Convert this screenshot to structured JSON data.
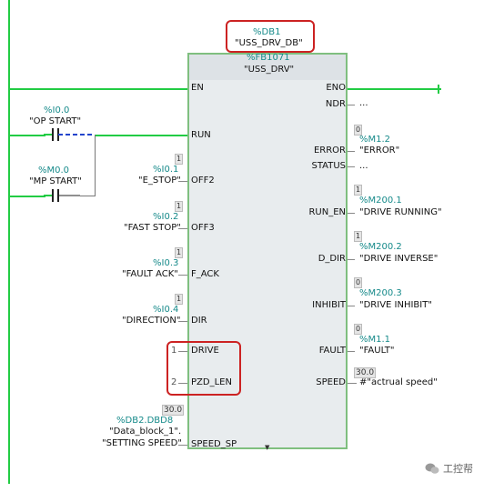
{
  "instance": {
    "address": "%DB1",
    "name": "\"USS_DRV_DB\""
  },
  "function_block": {
    "address": "%FB1071",
    "name": "\"USS_DRV\""
  },
  "inputs": {
    "en": "EN",
    "run": "RUN",
    "off2": "OFF2",
    "off3": "OFF3",
    "f_ack": "F_ACK",
    "dir": "DIR",
    "drive": "DRIVE",
    "pzd_len": "PZD_LEN",
    "speed_sp": "SPEED_SP"
  },
  "outputs": {
    "eno": "ENO",
    "ndr": "NDR",
    "error": "ERROR",
    "status": "STATUS",
    "run_en": "RUN_EN",
    "d_dir": "D_DIR",
    "inhibit": "INHIBIT",
    "fault": "FAULT",
    "speed": "SPEED"
  },
  "contacts": {
    "op_start": {
      "address": "%I0.0",
      "name": "\"OP START\""
    },
    "mp_start": {
      "address": "%M0.0",
      "name": "\"MP START\""
    }
  },
  "input_operands": {
    "off2": {
      "address": "%I0.1",
      "name": "\"E_STOP\"",
      "value": "1"
    },
    "off3": {
      "address": "%I0.2",
      "name": "\"FAST STOP\"",
      "value": "1"
    },
    "f_ack": {
      "address": "%I0.3",
      "name": "\"FAULT ACK\"",
      "value": "1"
    },
    "dir": {
      "address": "%I0.4",
      "name": "\"DIRECTION\"",
      "value": "1"
    },
    "drive": {
      "value": "1"
    },
    "pzd_len": {
      "value": "2"
    },
    "speed_sp": {
      "address": "%DB2.DBD8",
      "name1": "\"Data_block_1\".",
      "name2": "\"SETTING SPEED\"",
      "value": "30.0"
    }
  },
  "output_operands": {
    "ndr": {
      "text": "..."
    },
    "error": {
      "address": "%M1.2",
      "name": "\"ERROR\"",
      "value": "0"
    },
    "status": {
      "text": "..."
    },
    "run_en": {
      "address": "%M200.1",
      "name": "\"DRIVE RUNNING\"",
      "value": "1"
    },
    "d_dir": {
      "address": "%M200.2",
      "name": "\"DRIVE INVERSE\"",
      "value": "1"
    },
    "inhibit": {
      "address": "%M200.3",
      "name": "\"DRIVE INHIBIT\"",
      "value": "0"
    },
    "fault": {
      "address": "%M1.1",
      "name": "\"FAULT\"",
      "value": "0"
    },
    "speed": {
      "name": "#\"actrual speed\"",
      "value": "30.0"
    }
  },
  "watermark": {
    "text": "工控帮",
    "icon": "wechat-icon"
  },
  "colors": {
    "power": "#22cc44",
    "address": "#168a8a",
    "highlight": "#cc2222"
  }
}
